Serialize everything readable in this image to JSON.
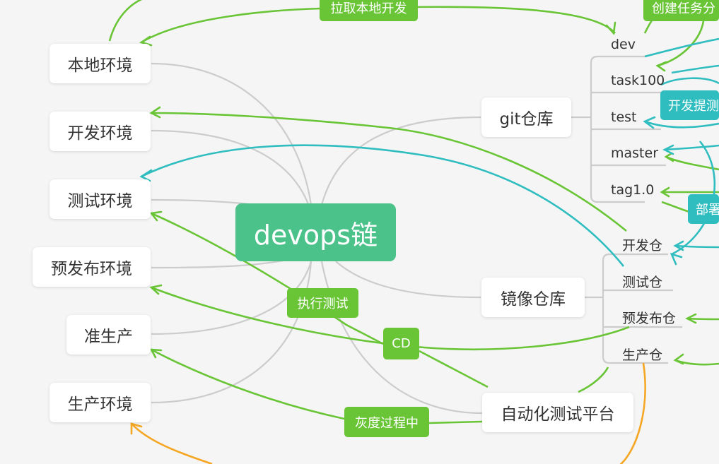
{
  "root": {
    "label": "devops链"
  },
  "environments": [
    "本地环境",
    "开发环境",
    "测试环境",
    "预发布环境",
    "准生产",
    "生产环境"
  ],
  "hubs": {
    "git": "git仓库",
    "image": "镜像仓库",
    "autotest": "自动化测试平台"
  },
  "branches": [
    "dev",
    "task100",
    "test",
    "master",
    "tag1.0"
  ],
  "image_repos": [
    "开发仓",
    "测试仓",
    "预发布仓",
    "生产仓"
  ],
  "flow_tags": {
    "pull_local": "拉取本地开发",
    "create_task": "创建任务分",
    "dev_submit": "开发提测",
    "deploy": "部署",
    "run_test": "执行测试",
    "cd": "CD",
    "gray": "灰度过程中"
  },
  "colors": {
    "root": "#4cc28b",
    "green": "#69c536",
    "teal": "#2fbdbf",
    "orange": "#f5a623",
    "connector": "#cccccc"
  }
}
